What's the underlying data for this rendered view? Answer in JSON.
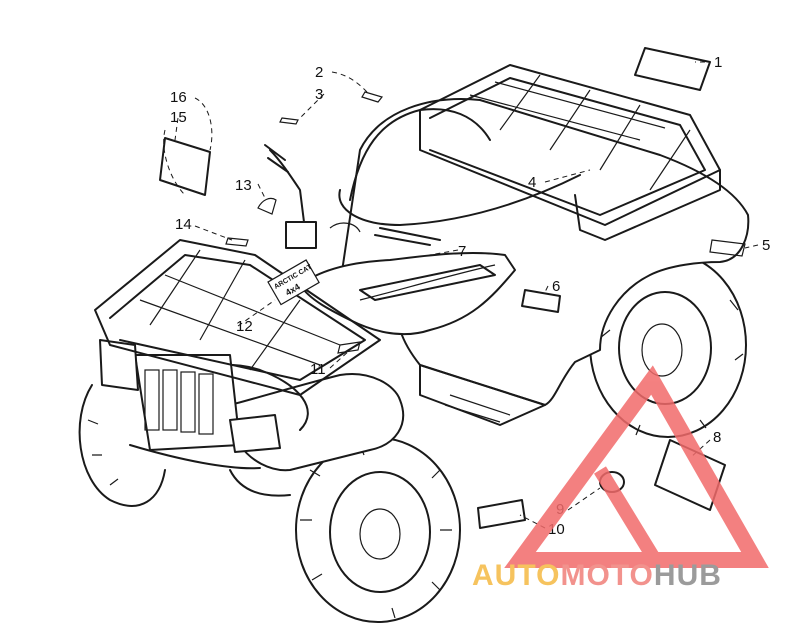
{
  "diagram": {
    "callouts": [
      "1",
      "2",
      "3",
      "4",
      "5",
      "6",
      "7",
      "8",
      "9",
      "10",
      "11",
      "12",
      "13",
      "14",
      "15",
      "16"
    ]
  },
  "watermark": {
    "word_auto": "AUTO",
    "word_moto": "MOTO",
    "word_hub": "HUB",
    "colors": {
      "triangle": "#f26b6b",
      "auto": "#f5b942",
      "moto": "#f0807a",
      "hub": "#8a8a8a"
    }
  },
  "decal": {
    "line1": "ARCTIC CAT",
    "line2": "4x4"
  }
}
